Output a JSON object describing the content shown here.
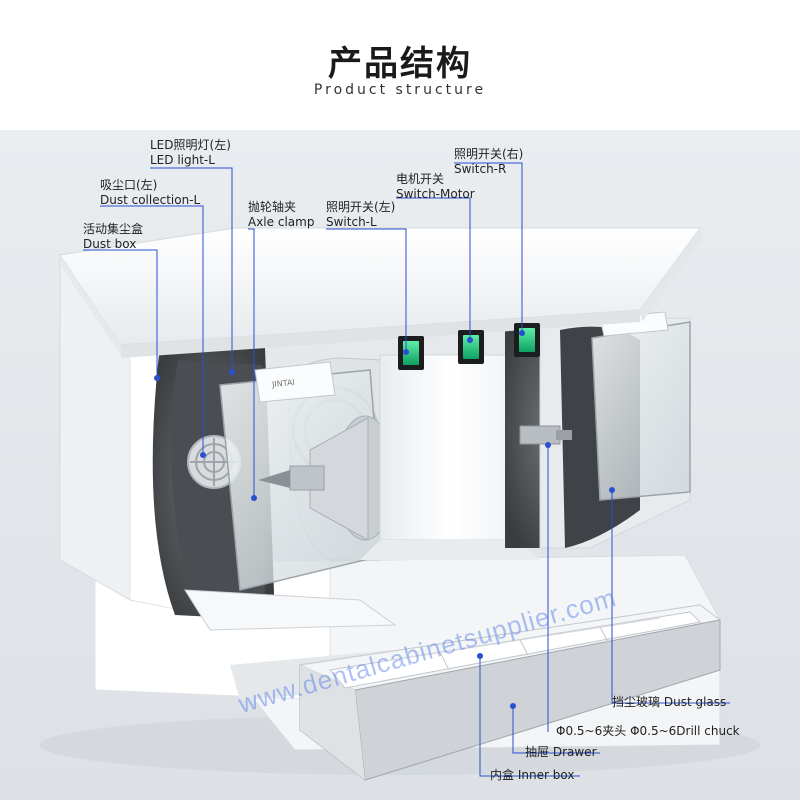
{
  "header": {
    "title_cn": "产品结构",
    "title_en": "Product structure"
  },
  "labels": {
    "led_light": {
      "cn": "LED照明灯(左)",
      "en": "LED light-L"
    },
    "dust_collection": {
      "cn": "吸尘口(左)",
      "en": "Dust collection-L"
    },
    "dust_box": {
      "cn": "活动集尘盒",
      "en": "Dust box"
    },
    "axle_clamp": {
      "cn": "抛轮轴夹",
      "en": "Axle clamp"
    },
    "switch_l": {
      "cn": "照明开关(左)",
      "en": "Switch-L"
    },
    "switch_motor": {
      "cn": "电机开关",
      "en": "Switch-Motor"
    },
    "switch_r": {
      "cn": "照明开关(右)",
      "en": "Switch-R"
    },
    "dust_glass": {
      "cn": "挡尘玻璃",
      "en": "Dust glass"
    },
    "drill_chuck": {
      "cn": "Φ0.5~6夹头",
      "en": "Φ0.5~6Drill chuck"
    },
    "drawer": {
      "cn": "抽屉",
      "en": "Drawer"
    },
    "inner_box": {
      "cn": "内盒",
      "en": "Inner box"
    }
  },
  "logo_text": "JINTAI",
  "watermark": "www.dentalcabinetsupplier.com",
  "colors": {
    "callout_line": "#2a4fd0",
    "switch_green": "#1ec27a",
    "cabinet_white": "#f4f6f8"
  }
}
